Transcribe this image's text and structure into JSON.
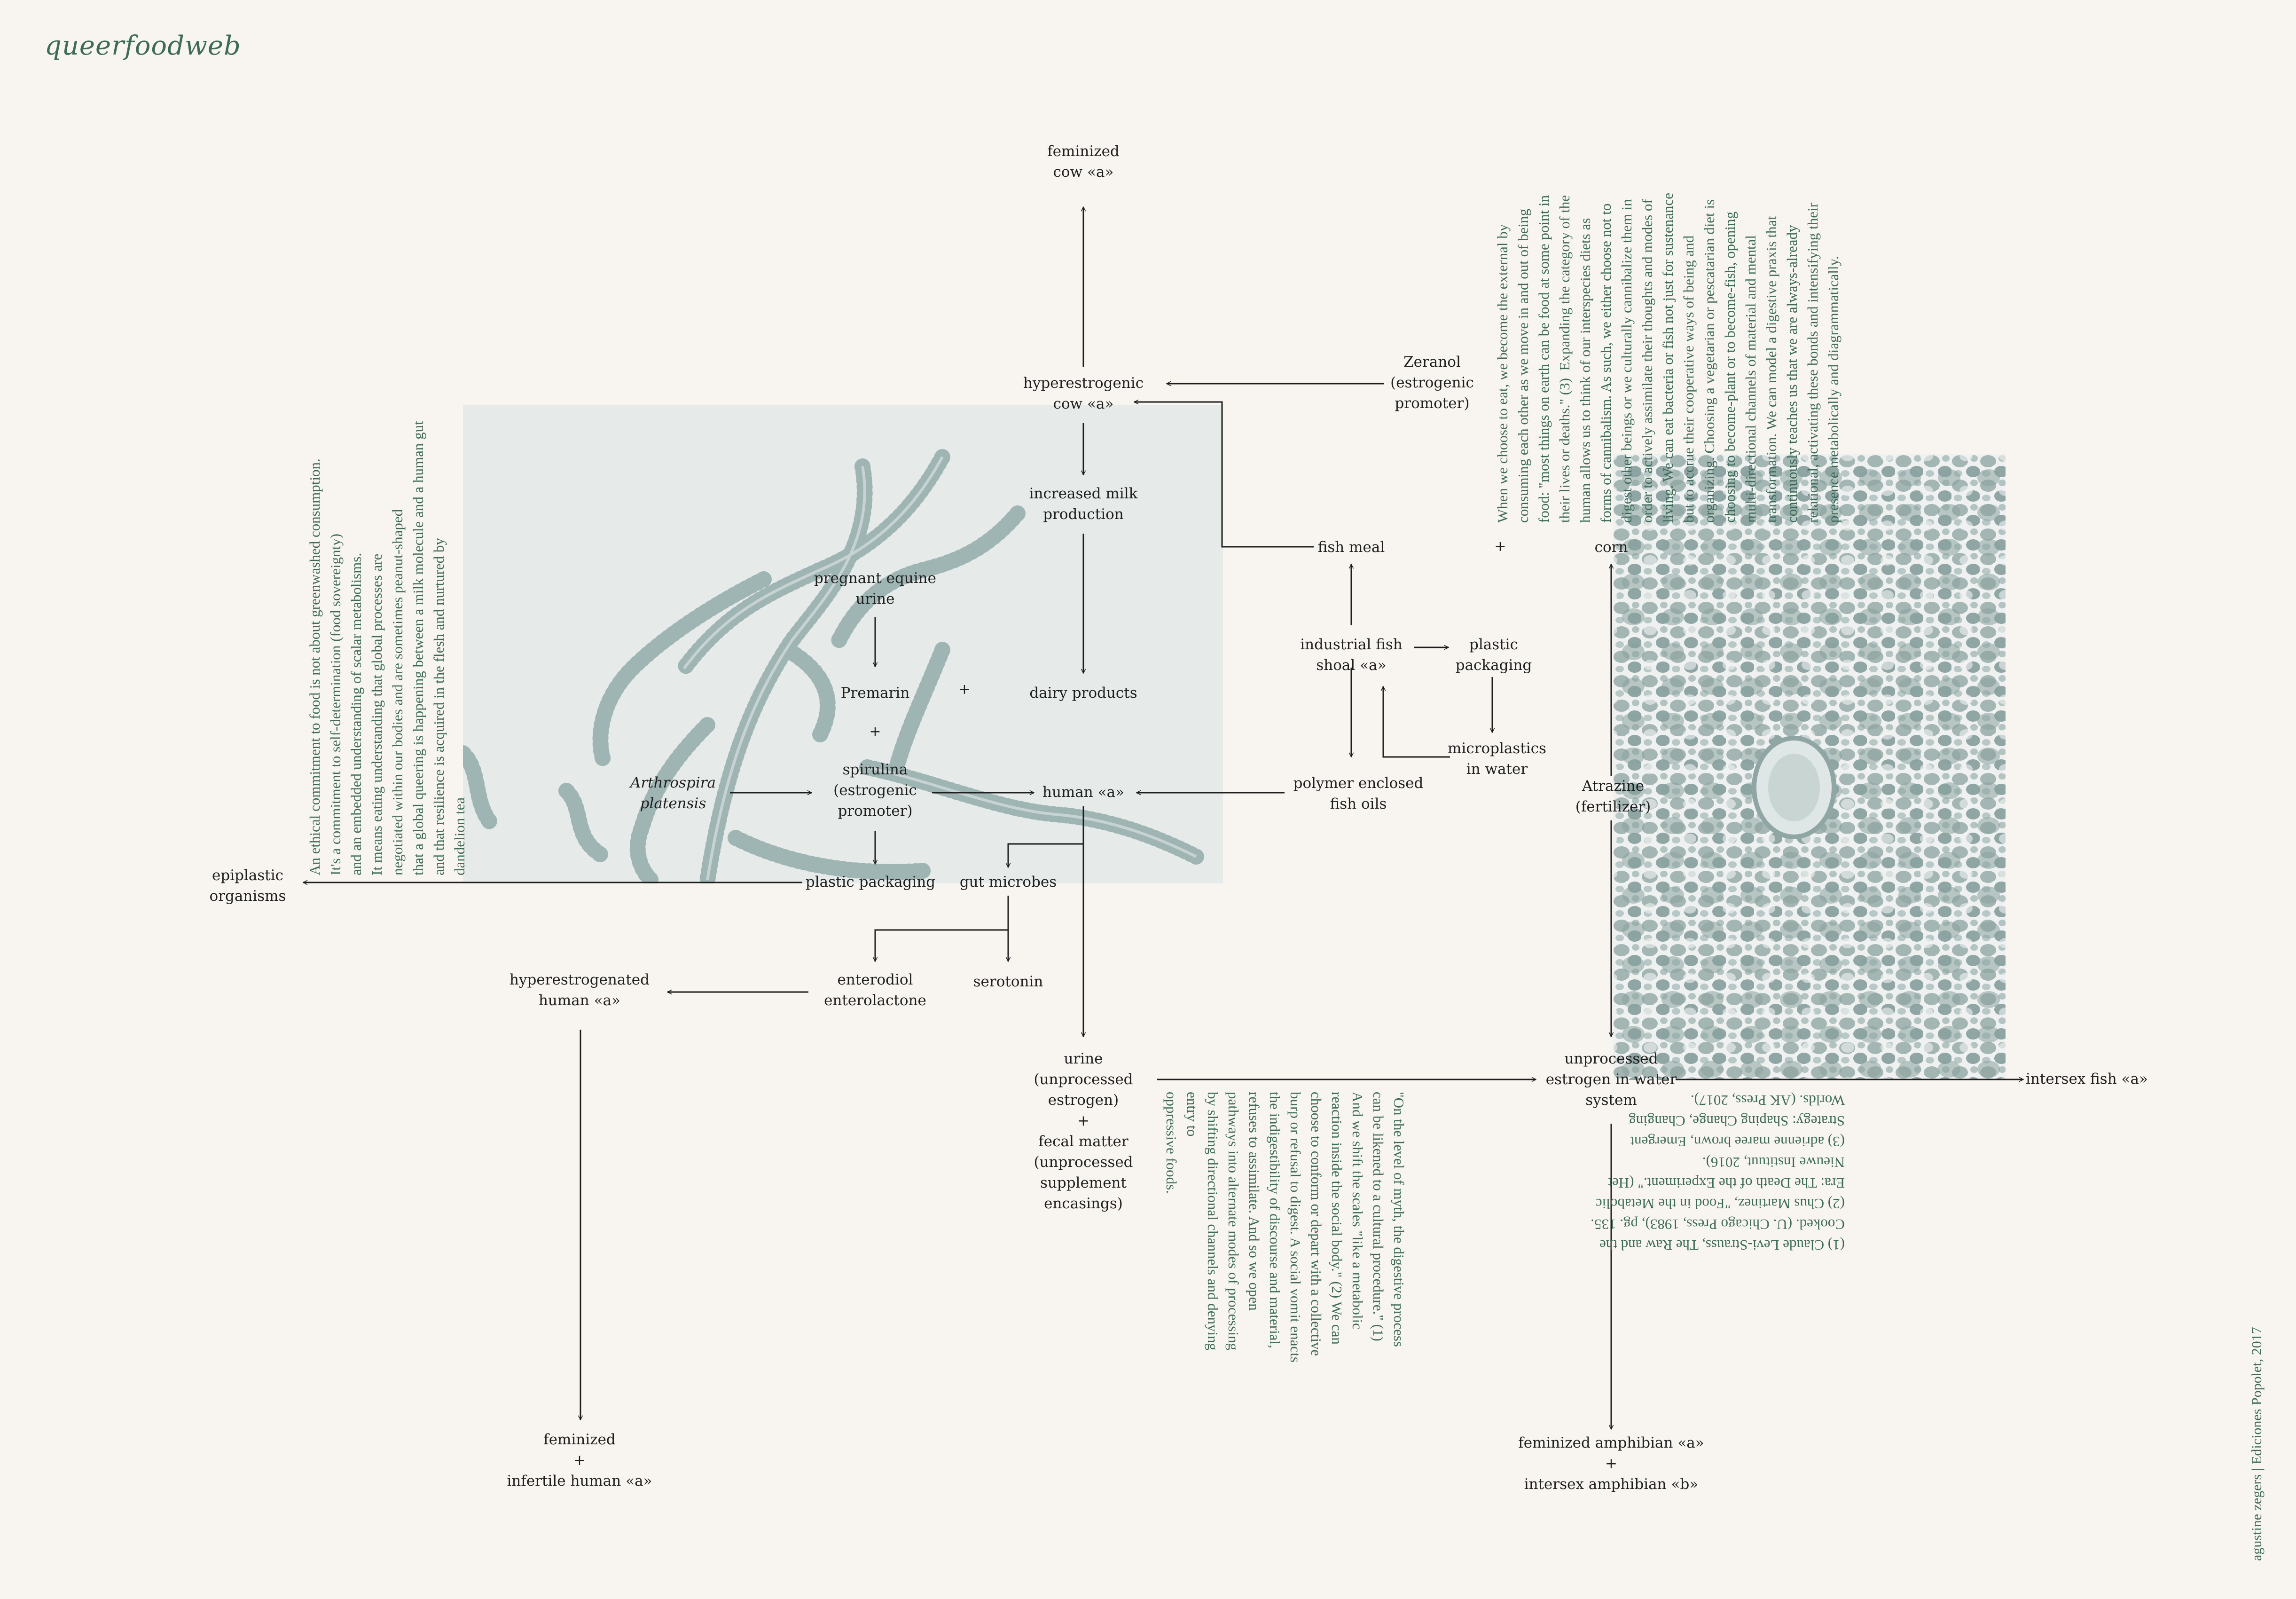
{
  "logo": "queerfoodweb",
  "credit": "agustine zegers | Ediciones Popolet, 2017",
  "colors": {
    "accent": "#3e6b58",
    "background": "#f8f5f0",
    "photo_tint": "#9fb5b3"
  },
  "nodes": {
    "feminized_cow": [
      "feminized",
      "cow «a»"
    ],
    "hyperestrogenic_cow": [
      "hyperestrogenic",
      "cow «a»"
    ],
    "zeranol": [
      "Zeranol",
      "(estrogenic",
      "promoter)"
    ],
    "increased_milk": [
      "increased milk",
      "production"
    ],
    "fish_meal": [
      "fish meal"
    ],
    "corn": [
      "corn"
    ],
    "pregnant_equine": [
      "pregnant equine",
      "urine"
    ],
    "premarin": [
      "Premarin"
    ],
    "dairy": [
      "dairy products"
    ],
    "industrial_fish": [
      "industrial fish",
      "shoal «a»"
    ],
    "plastic_packaging_right": [
      "plastic",
      "packaging"
    ],
    "microplastics": [
      "microplastics",
      "in water"
    ],
    "arthrospira": [
      "Arthrospira",
      "platensis"
    ],
    "spirulina": [
      "spirulina",
      "(estrogenic",
      "promoter)"
    ],
    "human": [
      "human «a»"
    ],
    "polymer": [
      "polymer enclosed",
      "fish oils"
    ],
    "atrazine": [
      "Atrazine",
      "(fertilizer)"
    ],
    "epiplastic": [
      "epiplastic",
      "organisms"
    ],
    "plastic_packaging": [
      "plastic packaging"
    ],
    "gut_microbes": [
      "gut microbes"
    ],
    "enterodiol": [
      "enterodiol",
      "enterolactone"
    ],
    "serotonin": [
      "serotonin"
    ],
    "hyperestrogenated": [
      "hyperestrogenated",
      "human «a»"
    ],
    "urine": [
      "urine",
      "(unprocessed",
      "estrogen)",
      "+",
      "fecal matter",
      "(unprocessed",
      "supplement",
      "encasings)"
    ],
    "unprocessed_estrogen": [
      "unprocessed",
      "estrogen in water",
      "system"
    ],
    "intersex_fish": [
      "intersex fish «a»"
    ],
    "feminized_infertile": [
      "feminized",
      "+",
      "infertile human «a»"
    ],
    "feminized_amphibian": [
      "feminized amphibian «a»",
      "+",
      "intersex amphibian «b»"
    ]
  },
  "plus_signs": [
    "+",
    "+",
    "+"
  ],
  "texts": {
    "left_ethics": "An ethical commitment to food is not about greenwashed consumption.\nIt's a commitment to self-determination (food sovereignty)\nand an embedded understanding of scalar metabolisms.\nIt means eating understanding that global processes are\nnegotiated within our bodies and are sometimes peanut-shaped\nthat a global queering is happening between a milk molecule and a human gut\nand that resilience is acquired in the flesh and nurtured by\ndandelion tea",
    "top_eat": "When we choose to eat, we become the external by\nconsuming each other as we move in and out of being\nfood: \"most things on earth can be food at some point in\ntheir lives or deaths.\" (3)  Expanding the category of the\nhuman allows us to think of our interspecies diets as\nforms of cannibalism. As such, we either choose not to\ndigest other beings or we culturally cannibalize them in\norder to actively assimilate their thoughts and modes of\nliving. We can eat bacteria or fish not just for sustenance\nbut to accrue their cooperative ways of being and\norganizing. Choosing a vegetarian or pescatarian diet is\nchoosing to become-plant or to become-fish, opening\nmulti-directional channels of material and mental\ntransformation. We can model a digestive praxis that\ncontinuously teaches us that we are always-already\nrelational, activating these bonds and intensifying their\npresence metabolically and diagrammatically.",
    "bottom_myth": "\"On the level of myth, the digestive process\ncan be likened to a cultural procedure.\" (1)\nAnd we shift the scales \"like a metabolic\nreaction inside the social body.\" (2) We can\nchoose to conform or depart with a collective\nburp or refusal to digest. A social vomit enacts\nthe indigestibility of discourse and material,\nrefuses to assimilate. And so we open\npathways into alternate modes of processing\nby shifting directional channels and denying\nentry to\noppressive foods.",
    "references": "(1) Claude Levi-Strauss, The Raw and the\nCooked. (U. Chicago Press, 1983), pg. 135.\n(2) Chus Martinez, \"Food in the Metabolic\nEra: The Death of the Experiment.\" (Het\nNieuwe Instituut, 2016).\n(3) adrienne maree brown, Emergent\nStrategy: Shaping Change, Changing\nWorlds. (AK Press, 2017)."
  }
}
